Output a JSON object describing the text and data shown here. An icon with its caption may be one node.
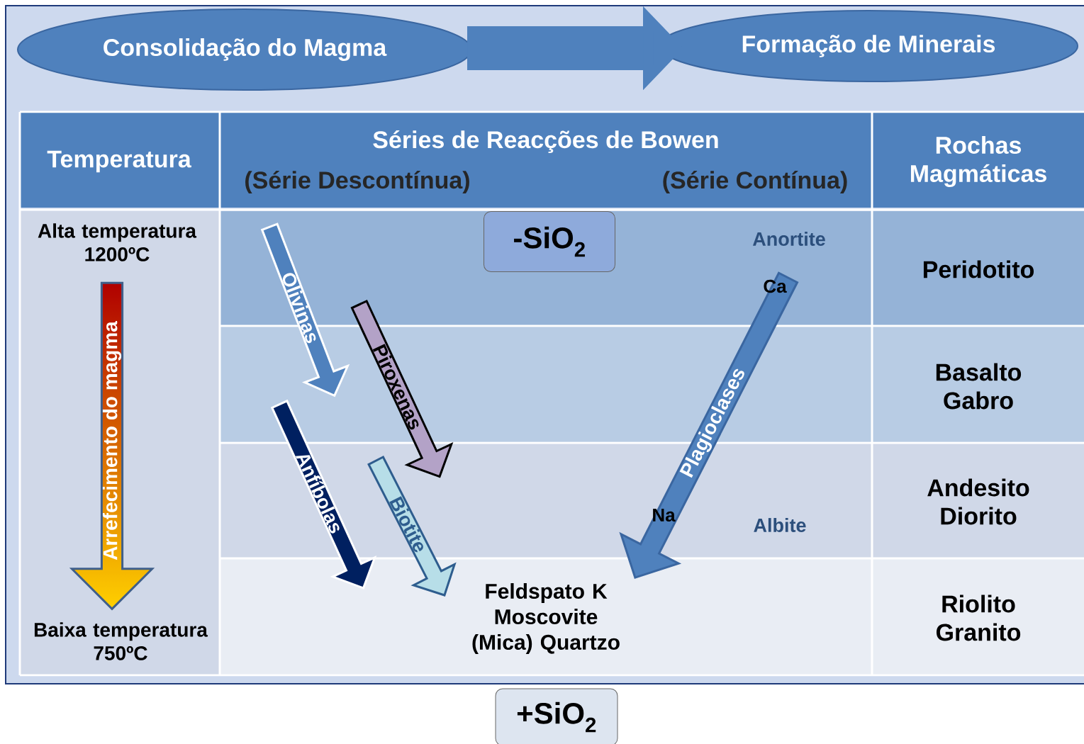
{
  "diagram": {
    "nodes": [
      {
        "text": [
          "Consolidação do Magma"
        ]
      },
      {
        "text": [
          "Formação de Minerais"
        ]
      },
      {
        "text": [
          "-SiO$_{2}$"
        ]
      },
      {
        "text": [
          "Arrefecimento do magma"
        ]
      },
      {
        "text": [
          "Olivinas"
        ]
      },
      {
        "text": [
          "Piroxenas"
        ]
      },
      {
        "text": [
          "Plagioclases"
        ]
      },
      {
        "text": [
          "Anfíbolas"
        ]
      },
      {
        "text": [
          "Biotite"
        ]
      },
      {
        "text": [
          "+SiO$_{2}$"
        ]
      }
    ],
    "edges": [
      {
        "from": 0,
        "to": 1,
        "arrow": "to"
      }
    ],
    "labels": [
      "Temperatura",
      "Séries de Reacções de Bowen",
      "(Série Descontínua)",
      "(Série Contínua)",
      "Rochas Magmáticas",
      "Alta temperatura 1200ºC",
      "Anortite",
      "Peridotito",
      "Ca",
      "Basalto Gabro",
      "Na",
      "Albite",
      "Andesito Diorito",
      "Feldspato K Moscovite (Mica) Quartzo",
      "Baixa temperatura 750ºC",
      "Riolito Granito"
    ]
  }
}
